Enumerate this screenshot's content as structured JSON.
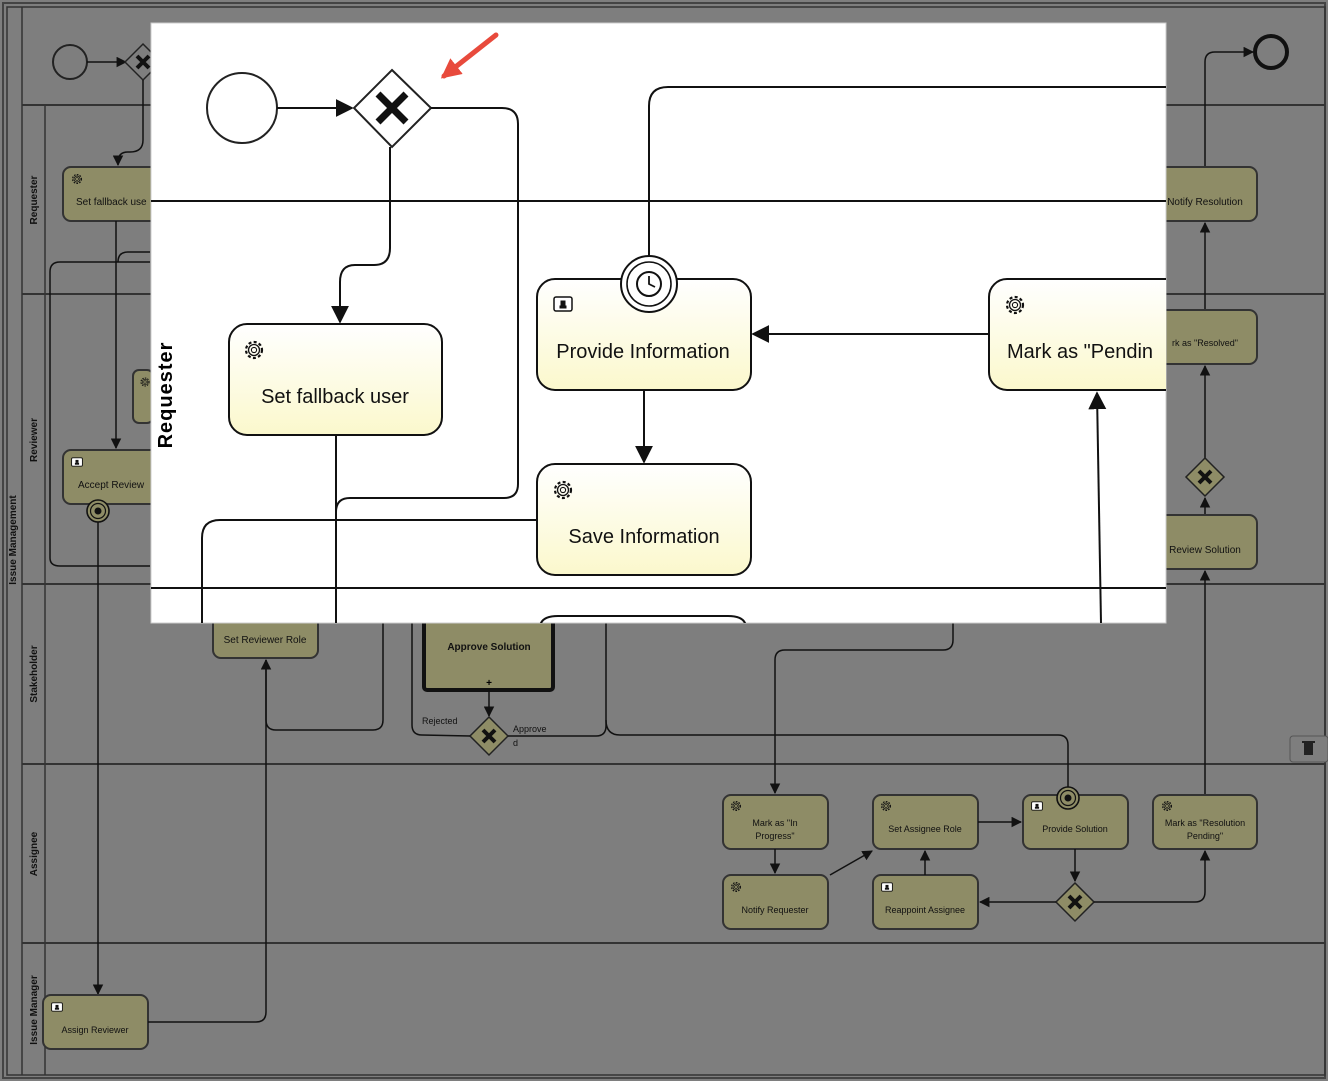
{
  "pool": {
    "label": "Issue Management",
    "lanes": [
      "Requester",
      "Reviewer",
      "Stakeholder",
      "Assignee",
      "Issue Manager"
    ]
  },
  "background": {
    "tasks": {
      "set_fallback_user": "Set fallback use",
      "notify_resolution": "Notify Resolution",
      "accept_review": "Accept Review",
      "mark_resolved": "rk as \"Resolved\"",
      "review_solution": "Review Solution",
      "set_reviewer_role": "Set Reviewer Role",
      "approve_solution": "Approve Solution",
      "mark_in_progress_1": "Mark as \"In",
      "mark_in_progress_2": "Progress\"",
      "set_assignee_role": "Set Assignee Role",
      "provide_solution": "Provide Solution",
      "mark_resolution_pending_1": "Mark as \"Resolution",
      "mark_resolution_pending_2": "Pending\"",
      "notify_requester": "Notify Requester",
      "reappoint_assignee": "Reappoint Assignee",
      "assign_reviewer": "Assign Reviewer"
    },
    "flow_labels": {
      "rejected": "Rejected",
      "approved_1": "Approve",
      "approved_2": "d"
    }
  },
  "zoom": {
    "lane_label": "Requester",
    "tasks": {
      "set_fallback_user": "Set fallback user",
      "provide_information": "Provide Information",
      "save_information": "Save Information",
      "mark_as_pending": "Mark as \"Pendin"
    }
  },
  "colors": {
    "background": "#7e7e7e",
    "bg_task_fill": "#8e8c66",
    "zoom_task_fill_top": "#ffffff",
    "zoom_task_fill_bottom": "#fbf8cc",
    "annotation_arrow": "#e84a3c"
  },
  "icons": {
    "service_task": "gear-icon",
    "user_task": "user-icon",
    "timer_event": "timer-icon",
    "exclusive_gateway": "x-gateway-icon",
    "delete": "trash-icon"
  }
}
